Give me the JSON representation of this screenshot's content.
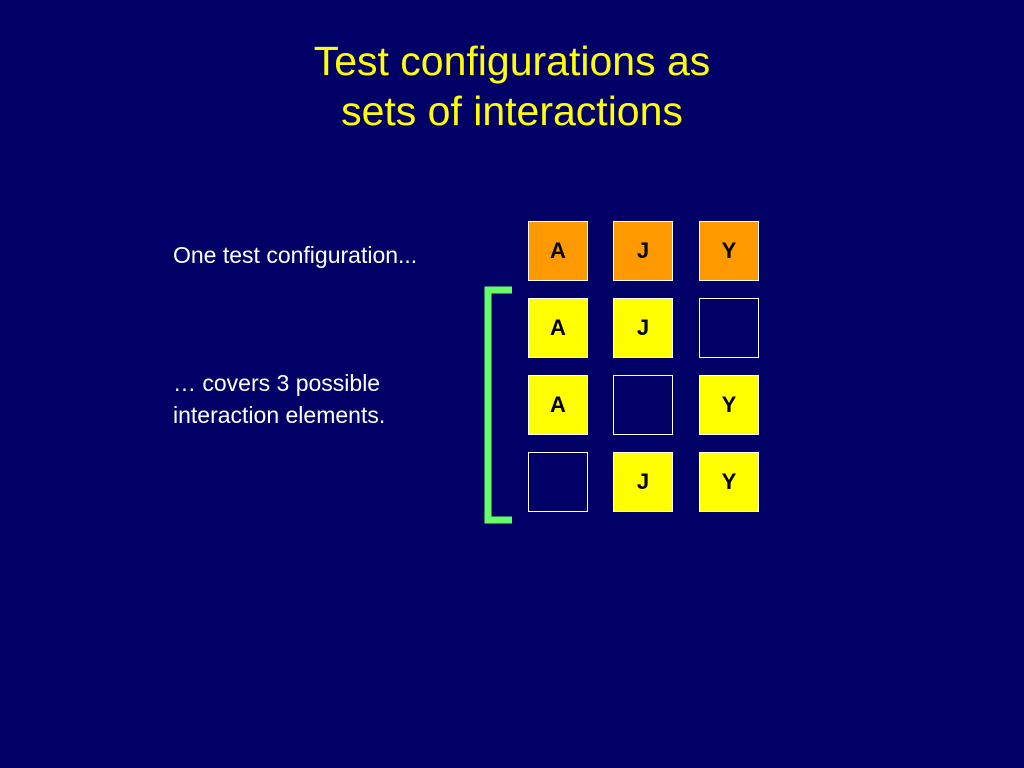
{
  "slide": {
    "title_lines": [
      "Test configurations as",
      "sets of interactions"
    ],
    "caption_config": "One test configuration...",
    "caption_covers_lines": [
      "… covers 3 possible",
      "interaction elements."
    ]
  },
  "colors": {
    "background": "#000066",
    "title": "#FFFF00",
    "configuration_cell": "#FF9900",
    "interaction_cell": "#FFFF00",
    "bracket": "#66FF66",
    "cell_border": "#FFFFFF"
  },
  "grid": {
    "configuration_row": [
      "A",
      "J",
      "Y"
    ],
    "interaction_rows": [
      [
        "A",
        "J",
        ""
      ],
      [
        "A",
        "",
        "Y"
      ],
      [
        "",
        "J",
        "Y"
      ]
    ]
  }
}
